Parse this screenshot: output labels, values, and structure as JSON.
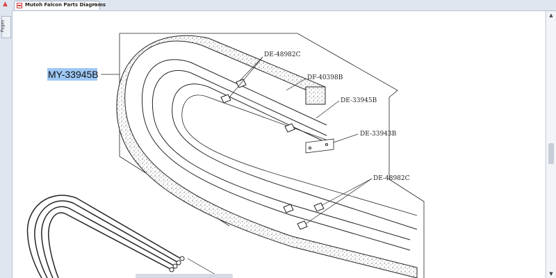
{
  "tab": {
    "title": "Mutoh Falcon Parts Diagrams",
    "close": "×"
  },
  "sidebar": {
    "pages_label": "Pages"
  },
  "diagram": {
    "selected_part": "MY-33945B",
    "callouts": {
      "de48982c_top": "DE-48982C",
      "df40398b": "DF-40398B",
      "de33945b": "DE-33945B",
      "de33943b": "DE-33943B",
      "de48982c_bottom": "DE-48982C"
    }
  },
  "scroll": {
    "up": "▲",
    "down": "▼"
  },
  "colors": {
    "highlight": "#9ec8f5",
    "line": "#222222"
  }
}
